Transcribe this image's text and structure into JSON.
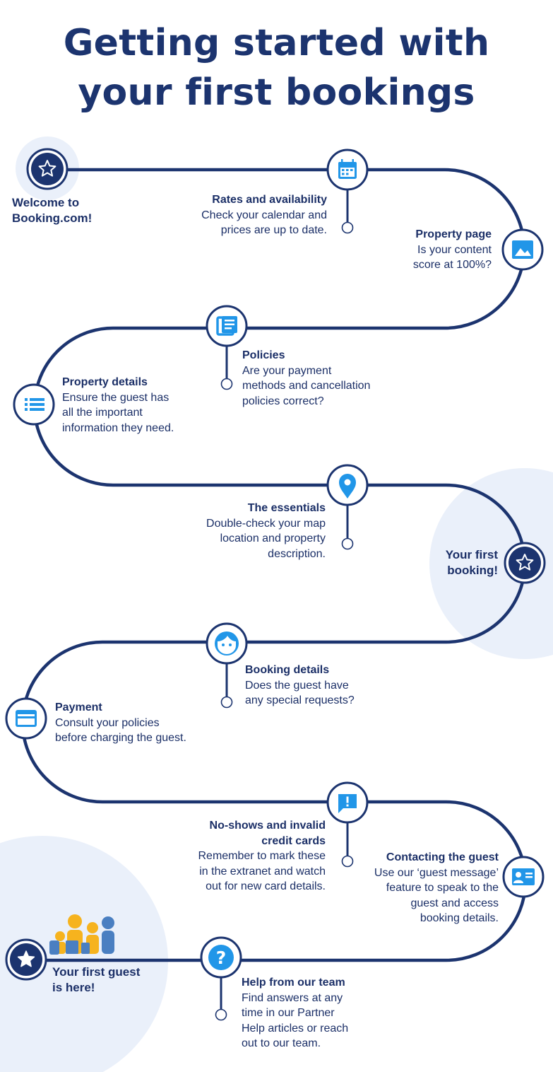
{
  "title": {
    "line1": "Getting started with",
    "line2": "your first bookings"
  },
  "colors": {
    "road": "#1c346f",
    "icon_blue": "#2196e8",
    "circle_bg": "#ffffff",
    "blob": "#eaf0fa",
    "yellow": "#f6b31e",
    "steel": "#4a7fc1"
  },
  "milestones": {
    "welcome": {
      "text": "Welcome to Booking.com!",
      "line1": "Welcome to",
      "line2": "Booking.com!",
      "icon": "star-icon"
    },
    "first_booking": {
      "line1": "Your first",
      "line2": "booking!",
      "icon": "star-icon"
    },
    "first_guest": {
      "line1": "Your first guest",
      "line2": "is here!",
      "icon": "star-icon"
    }
  },
  "steps": [
    {
      "id": "rates",
      "icon": "calendar-icon",
      "heading": "Rates and availability",
      "lines": [
        "Check your calendar and",
        "prices are up to date."
      ]
    },
    {
      "id": "property-page",
      "icon": "image-icon",
      "heading": "Property page",
      "lines": [
        "Is your content",
        "score at 100%?"
      ]
    },
    {
      "id": "policies",
      "icon": "document-icon",
      "heading": "Policies",
      "lines": [
        "Are your payment",
        "methods and cancellation",
        "policies correct?"
      ]
    },
    {
      "id": "property-details",
      "icon": "list-icon",
      "heading": "Property details",
      "lines": [
        "Ensure the guest has",
        "all the important",
        "information they need."
      ]
    },
    {
      "id": "essentials",
      "icon": "location-pin-icon",
      "heading": "The essentials",
      "lines": [
        "Double-check your map",
        "location and property",
        "description."
      ]
    },
    {
      "id": "booking-details",
      "icon": "guest-face-icon",
      "heading": "Booking details",
      "lines": [
        "Does the guest have",
        "any special requests?"
      ]
    },
    {
      "id": "payment",
      "icon": "credit-card-icon",
      "heading": "Payment",
      "lines": [
        "Consult your policies",
        "before charging the guest."
      ]
    },
    {
      "id": "no-shows",
      "icon": "message-alert-icon",
      "heading_lines": [
        "No-shows and invalid",
        "credit cards"
      ],
      "lines": [
        "Remember to mark these",
        "in the extranet and watch",
        "out for new card details."
      ]
    },
    {
      "id": "contacting",
      "icon": "contact-card-icon",
      "heading": "Contacting the guest",
      "lines": [
        "Use our ‘guest message’",
        "feature to speak to the",
        "guest and access",
        "booking details."
      ]
    },
    {
      "id": "help",
      "icon": "question-icon",
      "heading": "Help from our team",
      "lines": [
        "Find answers at any",
        "time in our Partner",
        "Help articles or reach",
        "out to our team."
      ]
    }
  ]
}
